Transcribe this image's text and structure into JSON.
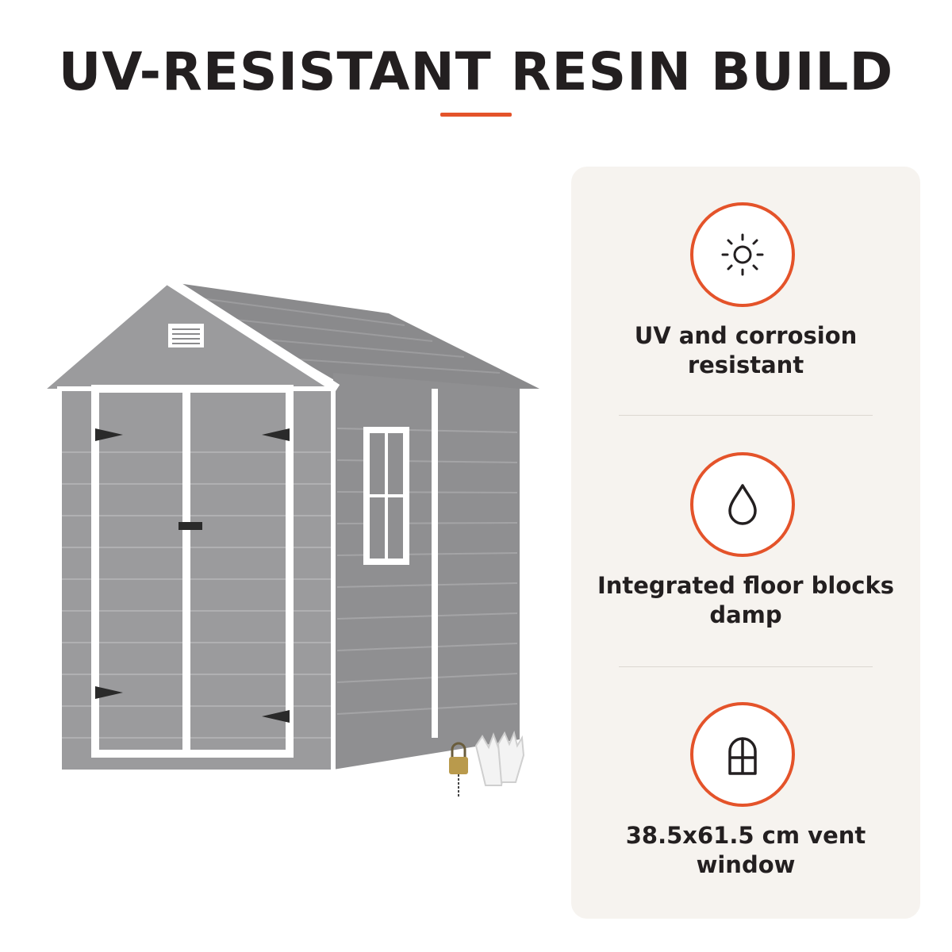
{
  "header": {
    "title": "UV-RESISTANT RESIN BUILD",
    "accent_color": "#e4532a"
  },
  "product": {
    "name": "garden storage shed",
    "accessories": [
      "padlock-with-keys",
      "work-gloves"
    ]
  },
  "features": [
    {
      "icon": "sun-icon",
      "text": "UV and corrosion resistant"
    },
    {
      "icon": "water-drop-icon",
      "text": "Integrated floor blocks damp"
    },
    {
      "icon": "arched-window-icon",
      "text": "38.5x61.5 cm vent window"
    }
  ]
}
